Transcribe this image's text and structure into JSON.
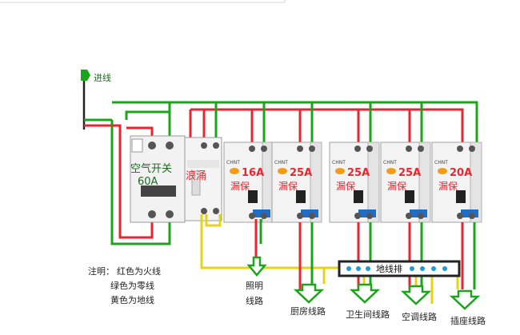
{
  "colors": {
    "live": "#e8262f",
    "neutral": "#1aa51a",
    "earth": "#e6d21a",
    "text": "#222222",
    "label": "#1b6a1b"
  },
  "incoming": {
    "label": "进线"
  },
  "main_breaker": {
    "name": "空气开关",
    "rating": "60A"
  },
  "surge": {
    "name": "浪涌"
  },
  "breakers": [
    {
      "rating": "16A",
      "type": "漏保"
    },
    {
      "rating": "25A",
      "type": "漏保"
    },
    {
      "rating": "25A",
      "type": "漏保"
    },
    {
      "rating": "25A",
      "type": "漏保"
    },
    {
      "rating": "20A",
      "type": "漏保"
    }
  ],
  "brand": "CHNT",
  "ground_bar": {
    "label": "地线排"
  },
  "circuits": [
    {
      "line1": "照明",
      "line2": "线路"
    },
    {
      "line1": "厨房线路"
    },
    {
      "line1": "卫生间线路"
    },
    {
      "line1": "空调线路"
    },
    {
      "line1": "插座线路"
    }
  ],
  "legend": {
    "title": "注明：",
    "items": [
      "红色为火线",
      "绿色为零线",
      "黄色为地线"
    ]
  }
}
